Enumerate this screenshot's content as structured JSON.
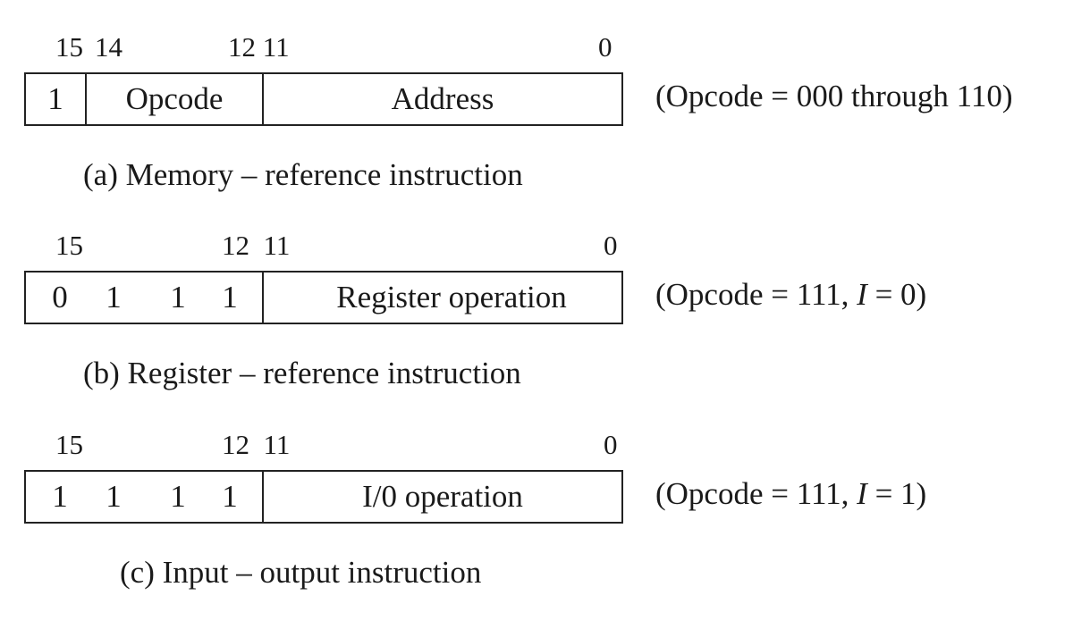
{
  "formats": [
    {
      "id": "a",
      "bit_labels": {
        "b15": "15",
        "b14": "14",
        "b12_11": "12 11",
        "b0": "0"
      },
      "fields": {
        "i_bit": "1",
        "opcode": "Opcode",
        "address": "Address"
      },
      "note": {
        "prefix": "(Opcode = 000 through 110)"
      },
      "caption": "(a) Memory – reference instruction"
    },
    {
      "id": "b",
      "bit_labels": {
        "b15": "15",
        "b12_11": "12  11",
        "b0": "0"
      },
      "bits": [
        "0",
        "1",
        "1",
        "1"
      ],
      "fields": {
        "operation": "Register operation"
      },
      "note": {
        "prefix": "(Opcode = 111, ",
        "var": "I",
        "suffix": " = 0)"
      },
      "caption": "(b) Register – reference instruction"
    },
    {
      "id": "c",
      "bit_labels": {
        "b15": "15",
        "b12_11": "12  11",
        "b0": "0"
      },
      "bits": [
        "1",
        "1",
        "1",
        "1"
      ],
      "fields": {
        "operation": "I/0 operation"
      },
      "note": {
        "prefix": "(Opcode = 111, ",
        "var": "I",
        "suffix": " = 1)"
      },
      "caption": "(c) Input – output instruction"
    }
  ]
}
